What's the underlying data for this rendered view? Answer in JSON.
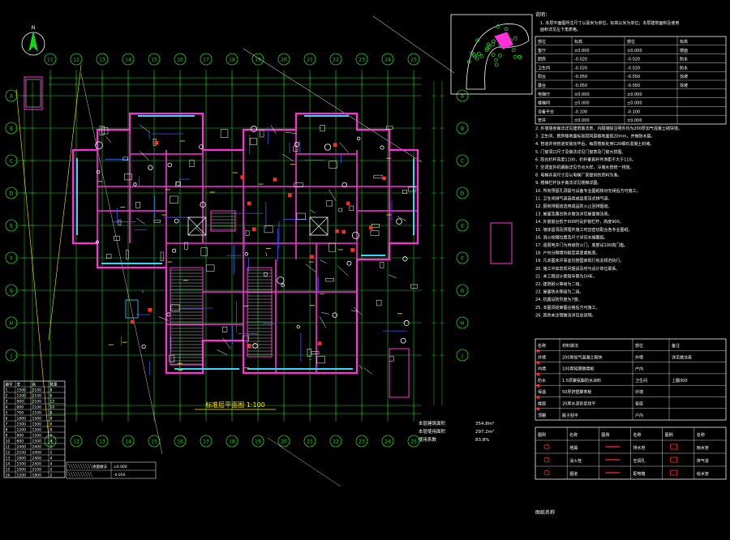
{
  "drawing": {
    "title": "标准层平面图 1:100",
    "bottom_label": "图纸名称",
    "north_label": "N",
    "grid_top": [
      "11",
      "12",
      "13",
      "14",
      "15",
      "16",
      "17",
      "18",
      "19",
      "20",
      "21",
      "22",
      "23",
      "24",
      "25"
    ],
    "grid_bottom": [
      "11",
      "12",
      "13",
      "14",
      "15",
      "16",
      "17",
      "18",
      "19",
      "20",
      "21",
      "22",
      "23",
      "24",
      "25"
    ],
    "grid_left": [
      "A",
      "B",
      "C",
      "D",
      "E",
      "F",
      "G",
      "H",
      "J"
    ],
    "area_lines": [
      {
        "label": "本层建筑面积",
        "value": "354.8m²"
      },
      {
        "label": "本层使用面积",
        "value": "297.2m²"
      },
      {
        "label": "使用系数",
        "value": "83.8%"
      }
    ],
    "notes_header": "说明：",
    "notes_intro": "1. 本层平面图所注尺寸以毫米为单位，标高以米为单位；本层建筑面积及使用面积详见左下角表格。",
    "notes": [
      "2. 外墙墙身做法详见建筑做法表，内隔墙除注明外均为200厚加气混凝土砌块墙。",
      "3. 卫生间、厨房楼地面标高较同层楼地面低20mm，并做防水层。",
      "4. 管道井待管道安装完毕后，每层楼板处用C20细石混凝土封堵。",
      "5. 门窗洞口尺寸及做法详见门窗表及门窗大样图。",
      "6. 阳台栏杆高度1100，栏杆垂直杆件净距不大于110。",
      "7. 空调室外机搁板详见节点大样，冷凝水管统一排放。",
      "8. 电梯井道尺寸应以电梯厂家提供的资料为准。",
      "9. 楼梯栏杆扶手做法详见楼梯详图。",
      "10. 所有预留孔洞需与设备专业图纸核对无误后方可施工。",
      "11. 卫生间排气道选用成品变压式排气道。",
      "12. 厨房排烟道选用成品防火止回排烟道。",
      "13. 屋面及露台防水做法详见屋面做法表。",
      "14. 外窗窗台低于900时设护窗栏杆，高度900。",
      "15. 墙体留洞及预埋件施工时应密切配合各专业图纸。",
      "16. 消火栓箱位置及尺寸详见水施图纸。",
      "17. 强弱电井门为丙级防火门，底部设100高门槛。",
      "18. 户内分隔墙均砌至梁底或板底。",
      "19. 凡本图未尽事宜均按国家现行有关规范执行。",
      "20. 施工中如发现问题请及时与设计单位联系。",
      "21. 本工程设计使用年限为50年。",
      "22. 建筑耐火等级为二级。",
      "23. 屋面防水等级为二级。",
      "24. 抗震设防烈度为7度。",
      "25. 本图须经审图合格后方可施工。",
      "26. 其余未注明做法详见总说明。"
    ],
    "legend_table_headers": [
      "名称",
      "材料做法",
      "部位",
      "备注"
    ],
    "legend_rows": [
      {
        "name": "外墙",
        "material": "200厚加气混凝土砌块",
        "part": "外墙",
        "note": "详见做法表"
      },
      {
        "name": "内墙",
        "material": "100厚轻质隔墙板",
        "part": "户内",
        "note": ""
      },
      {
        "name": "防水",
        "material": "1.5厚聚氨酯防水涂料",
        "part": "卫生间",
        "note": "上翻300"
      },
      {
        "name": "保温",
        "material": "50厚挤塑聚苯板",
        "part": "外墙",
        "note": ""
      },
      {
        "name": "楼面",
        "material": "20厚水泥砂浆找平",
        "part": "各层",
        "note": ""
      },
      {
        "name": "顶棚",
        "material": "腻子刮平",
        "part": "户内",
        "note": ""
      }
    ],
    "symbol_headers": [
      "图例",
      "名称",
      "图例",
      "名称",
      "图例",
      "名称"
    ],
    "symbol_names": [
      "地漏",
      "排水管",
      "雨水管",
      "消火栓",
      "空调孔",
      "排气道",
      "烟道",
      "配电箱",
      "给水管"
    ],
    "left_table_headers": [
      "编号",
      "宽",
      "高",
      "数量"
    ],
    "left_table_rows": [
      [
        "1",
        "1500",
        "2100",
        "8"
      ],
      [
        "2",
        "1200",
        "2100",
        "6"
      ],
      [
        "3",
        "900",
        "2100",
        "12"
      ],
      [
        "4",
        "800",
        "2100",
        "10"
      ],
      [
        "5",
        "700",
        "2100",
        "8"
      ],
      [
        "6",
        "1800",
        "1500",
        "4"
      ],
      [
        "7",
        "1500",
        "1500",
        "6"
      ],
      [
        "8",
        "1200",
        "1500",
        "8"
      ],
      [
        "9",
        "900",
        "1500",
        "6"
      ],
      [
        "10",
        "600",
        "1500",
        "4"
      ],
      [
        "11",
        "2400",
        "2400",
        "2"
      ],
      [
        "12",
        "2100",
        "2400",
        "2"
      ],
      [
        "13",
        "1800",
        "2400",
        "4"
      ],
      [
        "14",
        "1500",
        "2400",
        "4"
      ],
      [
        "15",
        "1000",
        "2100",
        "2"
      ],
      [
        "16",
        "1200",
        "1800",
        "2"
      ]
    ],
    "small_legend_labels": [
      "地面做法",
      "±0.000",
      "-0.050"
    ],
    "elevation_table_headers": [
      "部位",
      "标高",
      "部位",
      "标高"
    ],
    "elevation_rows": [
      [
        "客厅",
        "±0.000",
        "±0.000",
        "楼面"
      ],
      [
        "厨房",
        "-0.020",
        "-0.020",
        "防水"
      ],
      [
        "卫生间",
        "-0.020",
        "-0.020",
        "防水"
      ],
      [
        "阳台",
        "-0.050",
        "-0.050",
        "找坡"
      ],
      [
        "露台",
        "-0.050",
        "-0.050",
        "找坡"
      ],
      [
        "电梯厅",
        "±0.000",
        "±0.000",
        ""
      ],
      [
        "楼梯间",
        "±0.000",
        "±0.000",
        ""
      ],
      [
        "设备平台",
        "-0.100",
        "-0.100",
        ""
      ],
      [
        "管井",
        "±0.000",
        "±0.000",
        ""
      ]
    ]
  },
  "colors": {
    "grid": "#19d219",
    "wall": "#ff2fd9",
    "detail": "#ffffff",
    "cyan": "#34d8ff",
    "yellow": "#ffea00",
    "red": "#ff2a2a",
    "blue": "#3b5cff",
    "dim": "#7fff7f"
  }
}
